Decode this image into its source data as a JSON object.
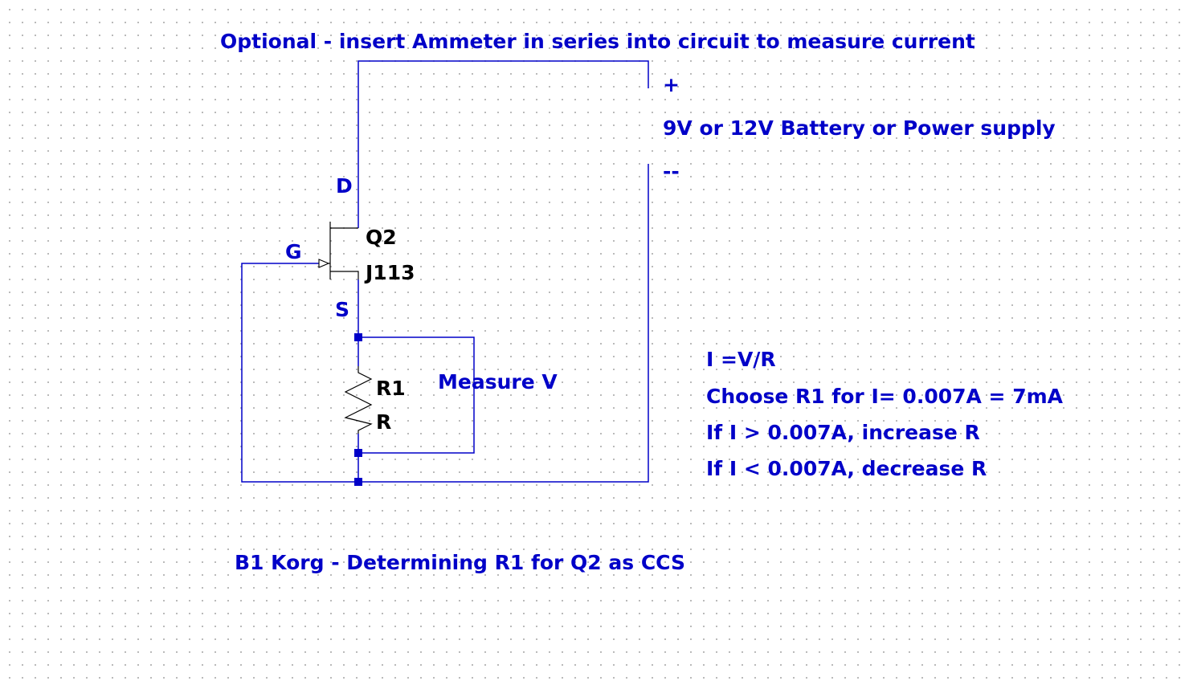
{
  "annotations": {
    "ammeter_note": "Optional - insert Ammeter in series into circuit to measure current",
    "plus_terminal": "+",
    "supply_label": "9V or 12V  Battery or Power supply",
    "minus_terminal": "--",
    "measure_v": "Measure V",
    "formula": "I =V/R",
    "choose_r1": "Choose R1 for I= 0.007A = 7mA",
    "increase_rule": "If I > 0.007A, increase R",
    "decrease_rule": "If I < 0.007A, decrease R",
    "title": "B1 Korg - Determining R1 for Q2 as CCS"
  },
  "transistor": {
    "ref": "Q2",
    "model": "J113",
    "drain_label": "D",
    "gate_label": "G",
    "source_label": "S"
  },
  "resistor": {
    "ref": "R1",
    "value": "R"
  },
  "colors": {
    "wire": "#0000c8",
    "label": "#0000c8",
    "component": "#000000",
    "grid_dot": "#a8a8a8",
    "background": "#ffffff"
  }
}
